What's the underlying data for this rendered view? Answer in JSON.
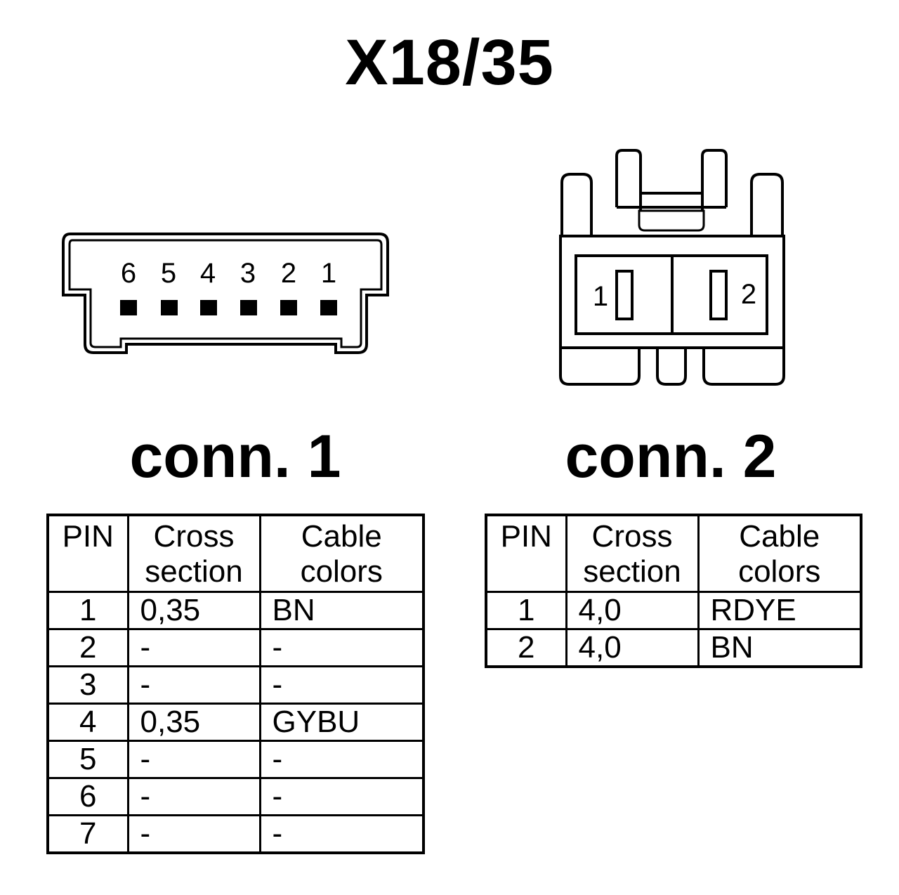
{
  "title": "X18/35",
  "connectors": [
    {
      "heading": "conn. 1",
      "pin_numbers": [
        "6",
        "5",
        "4",
        "3",
        "2",
        "1"
      ],
      "table": {
        "headers": {
          "pin": "PIN",
          "cross_1": "Cross",
          "cross_2": "section",
          "color_1": "Cable",
          "color_2": "colors"
        },
        "rows": [
          {
            "pin": "1",
            "cross": "0,35",
            "color": "BN"
          },
          {
            "pin": "2",
            "cross": "-",
            "color": "-"
          },
          {
            "pin": "3",
            "cross": "-",
            "color": "-"
          },
          {
            "pin": "4",
            "cross": "0,35",
            "color": "GYBU"
          },
          {
            "pin": "5",
            "cross": "-",
            "color": "-"
          },
          {
            "pin": "6",
            "cross": "-",
            "color": "-"
          },
          {
            "pin": "7",
            "cross": "-",
            "color": "-"
          }
        ]
      }
    },
    {
      "heading": "conn. 2",
      "pin_numbers": [
        "1",
        "2"
      ],
      "table": {
        "headers": {
          "pin": "PIN",
          "cross_1": "Cross",
          "cross_2": "section",
          "color_1": "Cable",
          "color_2": "colors"
        },
        "rows": [
          {
            "pin": "1",
            "cross": "4,0",
            "color": "RDYE"
          },
          {
            "pin": "2",
            "cross": "4,0",
            "color": "BN"
          }
        ]
      }
    }
  ]
}
